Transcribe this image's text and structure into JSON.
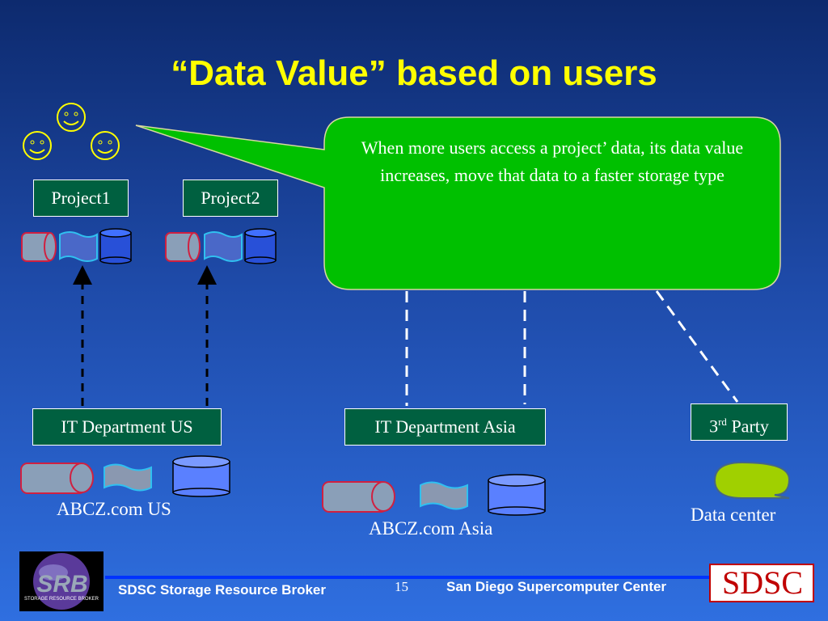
{
  "title": "“Data Value” based on users",
  "callout": "When more users access a project’ data, its data value increases, move that data to a faster storage type",
  "projects": [
    "Project1",
    "Project2"
  ],
  "departments": [
    "IT Department US",
    "IT Department Asia"
  ],
  "third_party": {
    "num": "3",
    "sup": "rd",
    "rest": " Party"
  },
  "captions": {
    "us": "ABCZ.com  US",
    "asia": "ABCZ.com Asia",
    "data_center": "Data center"
  },
  "footer": {
    "left": "SDSC Storage Resource Broker",
    "page": "15",
    "right": "San Diego Supercomputer Center",
    "srb_logo": "SRB",
    "srb_sub": "STORAGE RESOURCE BROKER",
    "sdsc_logo": "SDSC"
  },
  "colors": {
    "callout": "#00c000",
    "label_bg": "#006040",
    "title": "#ffff00",
    "smiley": "#ffff00"
  }
}
